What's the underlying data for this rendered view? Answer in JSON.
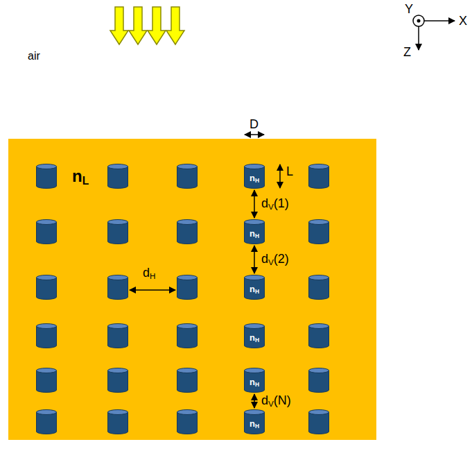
{
  "diagram": {
    "nodes": [
      {
        "text": [
          "nL"
        ]
      },
      {
        "text": [
          "nH"
        ],
        "in": 0
      },
      {
        "text": [
          "nH"
        ],
        "in": 0
      },
      {
        "text": [
          "nH"
        ],
        "in": 0
      },
      {
        "text": [
          "nH"
        ],
        "in": 0
      },
      {
        "text": [
          "nH"
        ],
        "in": 0
      },
      {
        "text": [
          "nH"
        ],
        "in": 0
      }
    ],
    "edges": [
      {
        "from": 1,
        "to": 2,
        "arrow": "both",
        "label": "dV(1)"
      },
      {
        "from": 2,
        "to": 3,
        "arrow": "both",
        "label": "dV(2)"
      },
      {
        "from": 5,
        "to": 6,
        "arrow": "both",
        "label": "dV(N)"
      }
    ],
    "labels": [
      "air",
      "D",
      "L",
      "dH",
      "Y",
      "X",
      "Z"
    ]
  }
}
